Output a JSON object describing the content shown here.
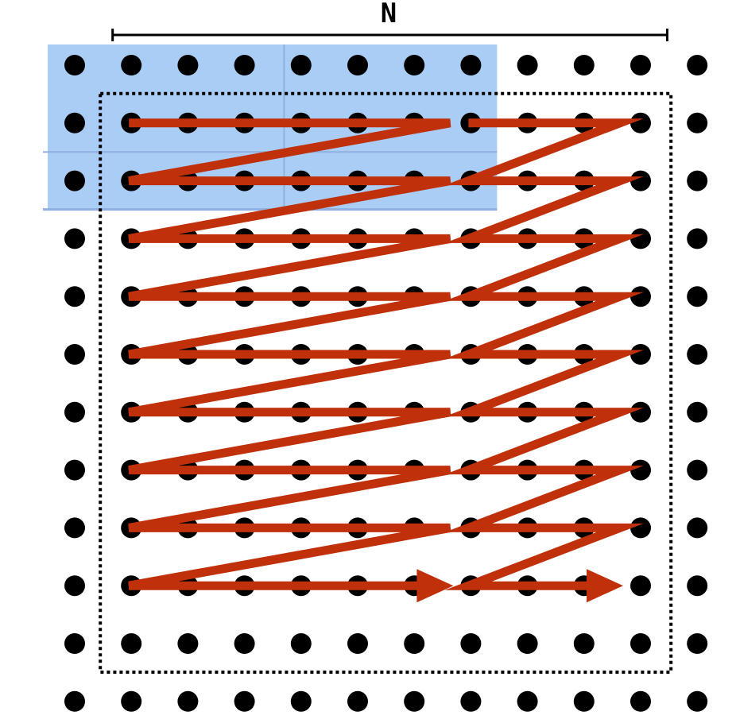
{
  "dimension_label": "N",
  "grid": {
    "rows": 12,
    "cols": 12
  },
  "highlight_tile": {
    "row_start": 0,
    "row_end": 2,
    "col_start": 0,
    "col_end": 7
  },
  "traversal_region": {
    "row_start": 1,
    "row_end": 10,
    "col_start": 1,
    "col_end": 11
  },
  "scan_blocks": [
    {
      "col_start": 1,
      "col_end": 7,
      "row_start": 1,
      "row_end": 9
    },
    {
      "col_start": 7,
      "col_end": 10,
      "row_start": 1,
      "row_end": 9
    }
  ],
  "colors": {
    "dot": "#000000",
    "path": "#c0300a",
    "highlight_fill": "#a9cdf5",
    "highlight_line": "#8fb0e0",
    "border": "#000000"
  }
}
